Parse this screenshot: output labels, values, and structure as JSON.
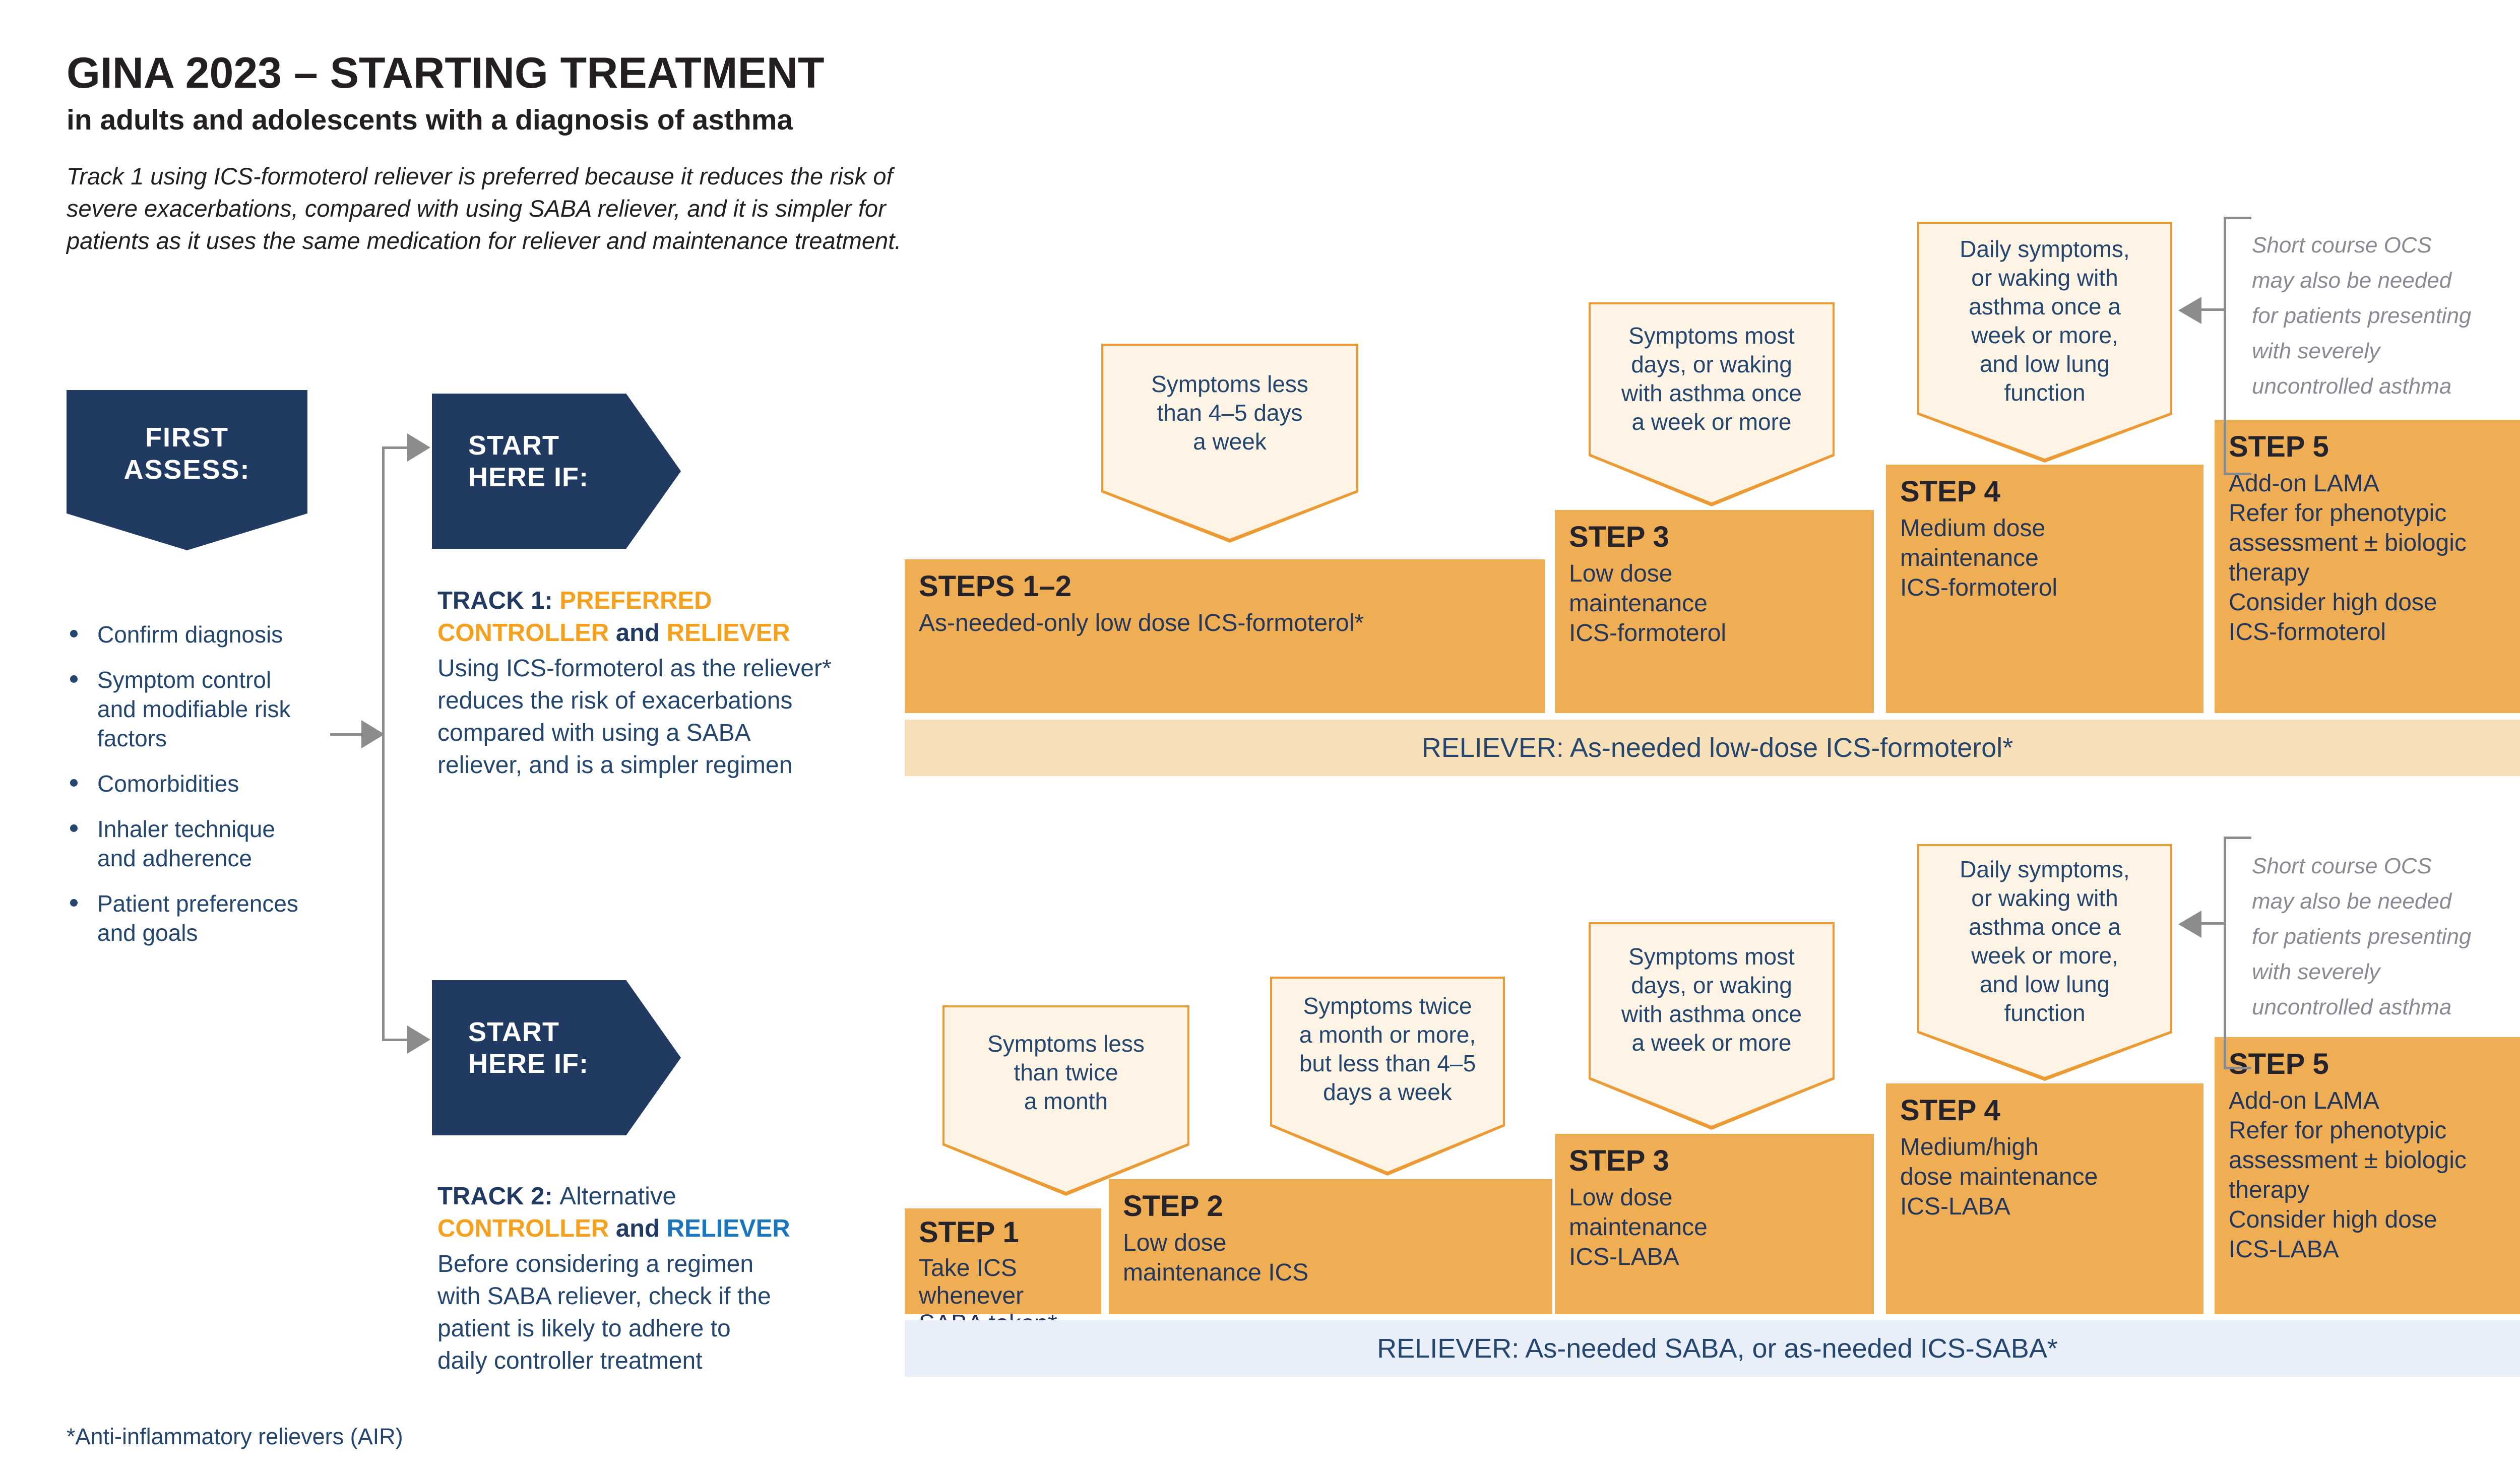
{
  "page": {
    "title": "GINA 2023 – STARTING TREATMENT",
    "subtitle": "in adults and adolescents with a diagnosis of asthma",
    "intro": "Track 1 using ICS-formoterol reliever is preferred because it reduces the risk of\nsevere exacerbations, compared with using SABA reliever, and it is simpler for\npatients as it uses the same medication for reliever and maintenance treatment.",
    "footnote": "*Anti-inflammatory relievers (AIR)"
  },
  "first_assess": {
    "label": "FIRST\nASSESS:",
    "bullets": [
      "Confirm diagnosis",
      "Symptom control\nand modifiable risk\nfactors",
      "Comorbidities",
      "Inhaler technique\nand adherence",
      "Patient preferences\nand goals"
    ]
  },
  "track1": {
    "start_label": "START\nHERE IF:",
    "heading": {
      "prefix": "TRACK 1: ",
      "highlight1": "PREFERRED",
      "highlight2": "CONTROLLER",
      "and": " and ",
      "reliever": "RELIEVER"
    },
    "description": "Using ICS-formoterol as the reliever*\nreduces the risk of exacerbations\ncompared with using a SABA\nreliever, and is a simpler regimen",
    "callouts": [
      "Symptoms less\nthan 4–5 days\na week",
      "Symptoms most\ndays, or waking\nwith asthma once\na week or more",
      "Daily symptoms,\nor waking with\nasthma once a\nweek or more,\nand low lung\nfunction"
    ],
    "steps": [
      {
        "title": "STEPS 1–2",
        "body": "As-needed-only low dose ICS-formoterol*"
      },
      {
        "title": "STEP 3",
        "body": "Low dose\nmaintenance\nICS-formoterol"
      },
      {
        "title": "STEP 4",
        "body": "Medium dose\nmaintenance\nICS-formoterol"
      },
      {
        "title": "STEP 5",
        "body": "Add-on LAMA\nRefer for phenotypic\nassessment ± biologic\ntherapy\nConsider high dose\nICS-formoterol"
      }
    ],
    "reliever_bar": "RELIEVER: As-needed low-dose ICS-formoterol*",
    "ocs_note": "Short course OCS\nmay also be needed\nfor patients presenting\nwith severely\nuncontrolled asthma"
  },
  "track2": {
    "start_label": "START\nHERE IF:",
    "heading": {
      "prefix": "TRACK 2: ",
      "alternative": "Alternative",
      "highlight2": "CONTROLLER",
      "and": " and ",
      "reliever": "RELIEVER"
    },
    "description": "Before considering a regimen\nwith SABA reliever, check if the\npatient is likely to adhere to\ndaily controller treatment",
    "callouts": [
      "Symptoms less\nthan twice\na month",
      "Symptoms twice\na month or more,\nbut less than 4–5\ndays a week",
      "Symptoms most\ndays, or waking\nwith asthma once\na week or more",
      "Daily symptoms,\nor waking with\nasthma once a\nweek or more,\nand low lung\nfunction"
    ],
    "steps": [
      {
        "title": "STEP 1",
        "body": "Take ICS whenever\nSABA taken*"
      },
      {
        "title": "STEP 2",
        "body": "Low dose\nmaintenance ICS"
      },
      {
        "title": "STEP 3",
        "body": "Low dose\nmaintenance\nICS-LABA"
      },
      {
        "title": "STEP 4",
        "body": "Medium/high\ndose maintenance\nICS-LABA"
      },
      {
        "title": "STEP 5",
        "body": "Add-on LAMA\nRefer for phenotypic\nassessment ± biologic\ntherapy\nConsider high dose\nICS-LABA"
      }
    ],
    "reliever_bar": "RELIEVER: As-needed SABA, or as-needed ICS-SABA*",
    "ocs_note": "Short course OCS\nmay also be needed\nfor patients presenting\nwith severely\nuncontrolled asthma"
  },
  "colors": {
    "navy_banner": "#203A61",
    "navy_text": "#24456E",
    "orange_box": "#EFAE54",
    "orange_accent": "#F5A11F",
    "blue_accent": "#1B75BC",
    "callout_fill": "#FDF4E6",
    "callout_border": "#EC9A33",
    "track1_bar_fill": "#F7DFB7",
    "track2_bar_fill": "#E8EFF8",
    "connector_gray": "#8C8C8C"
  }
}
